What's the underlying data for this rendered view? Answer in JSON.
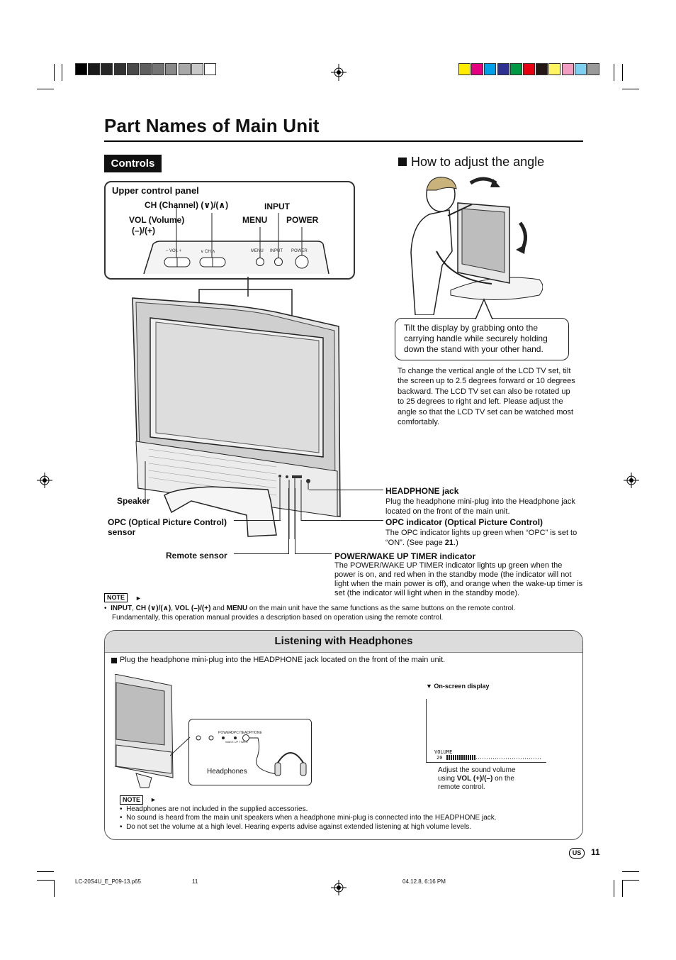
{
  "page_title": "Part Names of Main Unit",
  "controls_tag": "Controls",
  "angle": {
    "heading": "How to adjust the angle",
    "callout": "Tilt the display by grabbing onto the carrying handle while securely holding down the stand with your other hand.",
    "description": "To change the vertical angle of the LCD TV set, tilt the screen up to 2.5 degrees forward or 10 degrees backward. The LCD TV set can also be rotated up to 25 degrees to right and left. Please adjust the angle so that the LCD TV set can be watched most comfortably."
  },
  "upper_panel": {
    "title": "Upper control panel",
    "ch_label": "CH (Channel) (∨)/(∧)",
    "input_label": "INPUT",
    "vol_label": "VOL (Volume)",
    "vol_sub": "(–)/(+)",
    "menu_label": "MENU",
    "power_label": "POWER",
    "print_vol": "– VOL +",
    "print_ch": "∨ CH ∧",
    "print_menu": "MENU",
    "print_input": "INPUT",
    "print_power": "POWER"
  },
  "parts": {
    "speaker": "Speaker",
    "opc_sensor_1": "OPC (Optical Picture Control)",
    "opc_sensor_2": "sensor",
    "remote_sensor": "Remote sensor",
    "headphone_title": "HEADPHONE jack",
    "headphone_desc": "Plug the headphone mini-plug into the Headphone jack located on the front of the main unit.",
    "opc_ind_title": "OPC indicator (Optical Picture Control)",
    "opc_ind_desc_a": "The OPC indicator lights up green when “OPC” is set to “ON”. (See page ",
    "opc_ind_page": "21",
    "opc_ind_desc_b": ".)",
    "power_title": "POWER/WAKE UP TIMER indicator",
    "power_desc": "The POWER/WAKE UP TIMER indicator lights up green when the power is on, and red when in the standby mode (the indicator will not light when the main power is off), and orange when the wake-up timer is set (the indicator will light when in the standby mode)."
  },
  "note1": {
    "tag": "NOTE",
    "b_input": "INPUT",
    "sep1": ", ",
    "b_ch": "CH (∨)/(∧)",
    "sep2": ", ",
    "b_vol": "VOL (–)/(+)",
    "and": " and ",
    "b_menu": "MENU",
    "rest": " on the main unit have the same functions as the same buttons on the remote control.",
    "line2": "Fundamentally, this operation manual provides a description based on operation using the remote control."
  },
  "headphones_section": {
    "title": "Listening with Headphones",
    "instruction": "Plug the headphone mini-plug into the HEADPHONE jack located on the front of the main unit.",
    "headphones_label": "Headphones",
    "panel_power": "POWER",
    "panel_opc": "OPC",
    "panel_headphone": "HEADPHONE",
    "panel_wake": "WAKE UP TIMER",
    "onscreen_label": "On-screen display",
    "volume_word": "VOLUME",
    "volume_value": "20",
    "volume_level": 0.3,
    "adjust_a": "Adjust the sound volume",
    "adjust_b1": "using ",
    "adjust_b_bold": "VOL (+)/(–)",
    "adjust_b2": " on the",
    "adjust_c": "remote control.",
    "note_tag": "NOTE",
    "notes": [
      "Headphones are not included in the supplied accessories.",
      "No sound is heard from the main unit speakers when a headphone mini-plug is connected into the HEADPHONE jack.",
      "Do not set the volume at a high level. Hearing experts advise against extended listening at high volume levels."
    ]
  },
  "footer": {
    "region_badge": "US",
    "page_number": "11",
    "file_name": "LC-20S4U_E_P09-13.p65",
    "file_page": "11",
    "timestamp": "04.12.8, 6:16 PM"
  },
  "colors": {
    "gray_bar": [
      "#000000",
      "#1a1a1a",
      "#262626",
      "#333333",
      "#4a4a4a",
      "#5e5e5e",
      "#747474",
      "#8a8a8a",
      "#a8a8a8",
      "#c8c8c8",
      "#ffffff"
    ],
    "color_bar": [
      "#ffec00",
      "#e4007f",
      "#00a0e9",
      "#2e3192",
      "#009944",
      "#e60012",
      "#231815",
      "#fff462",
      "#f19ec2",
      "#7fd0f0",
      "#9a9a9a"
    ]
  }
}
